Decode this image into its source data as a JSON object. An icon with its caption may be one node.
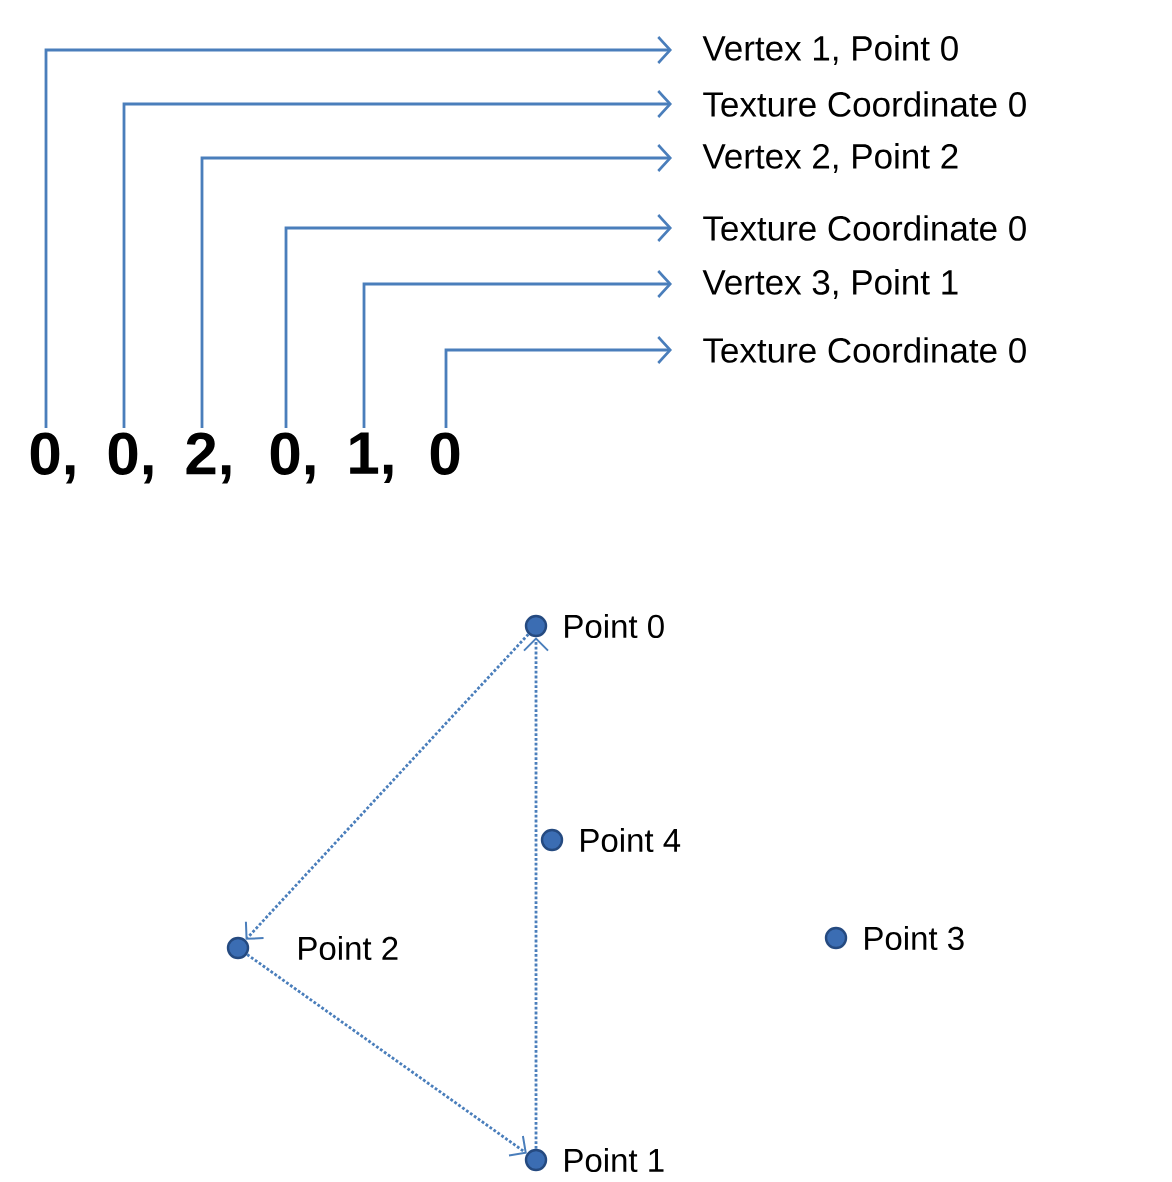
{
  "diagram": {
    "nodes": [
      {
        "text": [
          "0,"
        ]
      },
      {
        "text": [
          "0,"
        ]
      },
      {
        "text": [
          "2,"
        ]
      },
      {
        "text": [
          "0,"
        ]
      },
      {
        "text": [
          "1,"
        ]
      },
      {
        "text": [
          "0"
        ]
      },
      {
        "text": [
          "Vertex 1, Point 0"
        ]
      },
      {
        "text": [
          "Texture Coordinate 0"
        ]
      },
      {
        "text": [
          "Vertex 2, Point 2"
        ]
      },
      {
        "text": [
          "Texture Coordinate 0"
        ]
      },
      {
        "text": [
          "Vertex 3, Point 1"
        ]
      },
      {
        "text": [
          "Texture Coordinate 0"
        ]
      },
      {
        "text": [],
        "shape": "circle",
        "beside": [
          "Point 0"
        ]
      },
      {
        "text": [],
        "shape": "circle",
        "beside": [
          "Point 4"
        ]
      },
      {
        "text": [],
        "shape": "circle",
        "beside": [
          "Point 2"
        ]
      },
      {
        "text": [],
        "shape": "circle",
        "beside": [
          "Point 3"
        ]
      },
      {
        "text": [],
        "shape": "circle",
        "beside": [
          "Point 1"
        ]
      }
    ],
    "edges": [
      {
        "from": 0,
        "to": 6,
        "arrow": "to"
      },
      {
        "from": 1,
        "to": 7,
        "arrow": "to"
      },
      {
        "from": 2,
        "to": 8,
        "arrow": "to"
      },
      {
        "from": 3,
        "to": 9,
        "arrow": "to"
      },
      {
        "from": 4,
        "to": 10,
        "arrow": "to"
      },
      {
        "from": 5,
        "to": 11,
        "arrow": "to"
      },
      {
        "from": 12,
        "to": 14,
        "arrow": "to",
        "style": "dashed"
      },
      {
        "from": 14,
        "to": 16,
        "arrow": "to",
        "style": "dashed"
      },
      {
        "from": 16,
        "to": 12,
        "arrow": "to",
        "style": "dashed"
      }
    ]
  }
}
